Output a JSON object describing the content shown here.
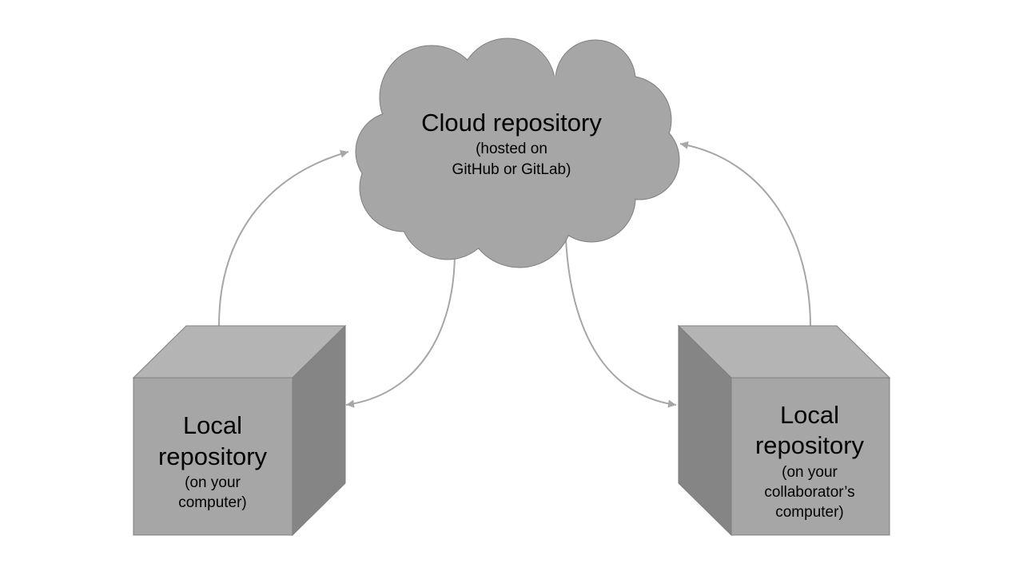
{
  "cloud": {
    "title": "Cloud repository",
    "subtitle_line1": "(hosted on",
    "subtitle_line2": "GitHub or GitLab)"
  },
  "local_left": {
    "title_line1": "Local",
    "title_line2": "repository",
    "subtitle_line1": "(on your",
    "subtitle_line2": "computer)"
  },
  "local_right": {
    "title_line1": "Local",
    "title_line2": "repository",
    "subtitle_line1": "(on your",
    "subtitle_line2": "collaborator’s",
    "subtitle_line3": "computer)"
  },
  "colors": {
    "cloud_fill": "#a6a6a6",
    "box_front": "#a6a6a6",
    "box_top": "#b4b4b4",
    "box_side": "#858585",
    "outline": "#7f7f7f",
    "arrow": "#a6a6a6"
  }
}
